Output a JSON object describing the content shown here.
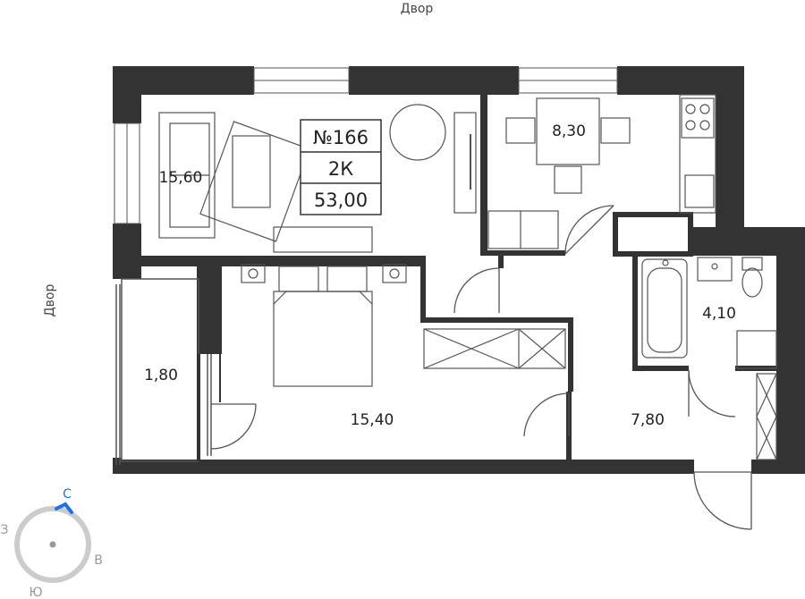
{
  "labels": {
    "yard_top": "Двор",
    "yard_left": "Двор"
  },
  "apartment": {
    "number": "№166",
    "type": "2К",
    "total_area": "53,00"
  },
  "rooms": [
    {
      "id": "living",
      "area": "15,60"
    },
    {
      "id": "kitchen",
      "area": "8,30"
    },
    {
      "id": "bathroom",
      "area": "4,10"
    },
    {
      "id": "balcony",
      "area": "1,80"
    },
    {
      "id": "bedroom",
      "area": "15,40"
    },
    {
      "id": "hall",
      "area": "7,80"
    }
  ],
  "compass": {
    "north": "С",
    "east": "В",
    "south": "Ю",
    "west": "З",
    "north_color": "#1a73e8",
    "ring_color": "#cccccc"
  },
  "colors": {
    "wall": "#333333",
    "line": "#555555",
    "text": "#222222"
  }
}
